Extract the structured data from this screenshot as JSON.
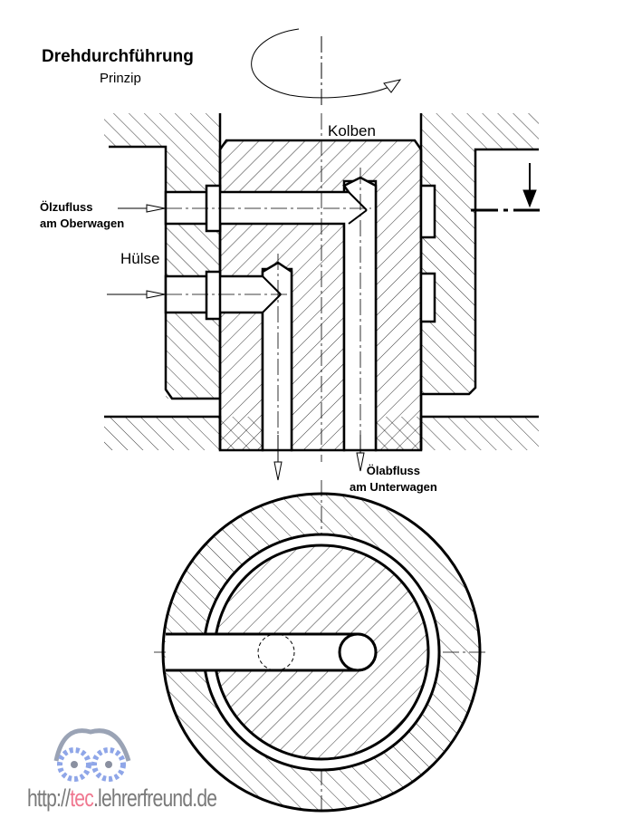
{
  "title": "Drehdurchführung",
  "subtitle": "Prinzip",
  "labels": {
    "piston": "Kolben",
    "inflow_line1": "Ölzufluss",
    "inflow_line2": "am Oberwagen",
    "sleeve": "Hülse",
    "outflow_line1": "Ölabfluss",
    "outflow_line2": "am Unterwagen"
  },
  "watermark": {
    "prefix": "http://",
    "highlight": "tec",
    "suffix": ".lehrerfreund.de"
  },
  "colors": {
    "line": "#000000",
    "url_gray": "#7a7a7a",
    "url_pink": "#f07890",
    "logo_blue": "#8fa6e8"
  }
}
